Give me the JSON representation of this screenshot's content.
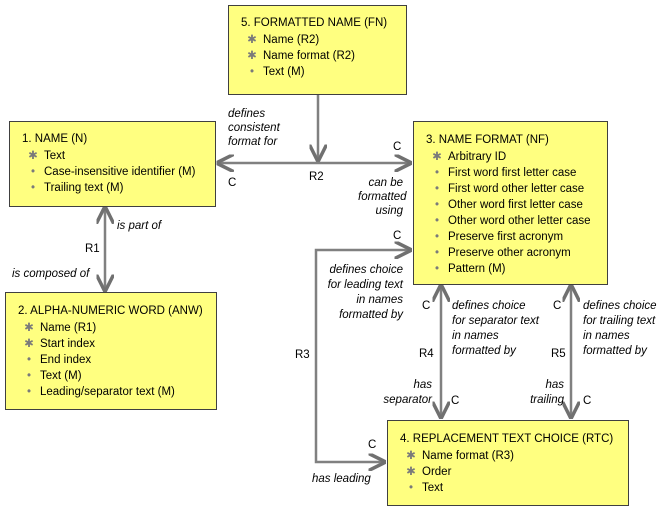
{
  "entities": {
    "fn": {
      "title": "5. FORMATTED NAME (FN)",
      "attributes": [
        {
          "mark": "star",
          "text": "Name (R2)"
        },
        {
          "mark": "star",
          "text": "Name format (R2)"
        },
        {
          "mark": "dot",
          "text": "Text (M)"
        }
      ]
    },
    "n": {
      "title": "1. NAME (N)",
      "attributes": [
        {
          "mark": "star",
          "text": "Text"
        },
        {
          "mark": "dot",
          "text": "Case-insensitive identifier (M)"
        },
        {
          "mark": "dot",
          "text": "Trailing text (M)"
        }
      ]
    },
    "nf": {
      "title": "3. NAME FORMAT (NF)",
      "attributes": [
        {
          "mark": "star",
          "text": "Arbitrary ID"
        },
        {
          "mark": "dot",
          "text": "First word first letter case"
        },
        {
          "mark": "dot",
          "text": "First word other letter case"
        },
        {
          "mark": "dot",
          "text": "Other word first letter case"
        },
        {
          "mark": "dot",
          "text": "Other word other letter case"
        },
        {
          "mark": "dot",
          "text": "Preserve first acronym"
        },
        {
          "mark": "dot",
          "text": "Preserve other acronym"
        },
        {
          "mark": "dot",
          "text": "Pattern (M)"
        }
      ]
    },
    "anw": {
      "title": "2. ALPHA-NUMERIC WORD (ANW)",
      "attributes": [
        {
          "mark": "star",
          "text": "Name (R1)"
        },
        {
          "mark": "star",
          "text": "Start index"
        },
        {
          "mark": "dot",
          "text": "End index"
        },
        {
          "mark": "dot",
          "text": "Text (M)"
        },
        {
          "mark": "dot",
          "text": "Leading/separator text (M)"
        }
      ]
    },
    "rtc": {
      "title": "4. REPLACEMENT TEXT CHOICE (RTC)",
      "attributes": [
        {
          "mark": "star",
          "text": "Name format (R3)"
        },
        {
          "mark": "star",
          "text": "Order"
        },
        {
          "mark": "dot",
          "text": "Text"
        }
      ]
    }
  },
  "relationships": {
    "r1": {
      "id": "R1",
      "phrase_up": "is part of",
      "phrase_down": "is composed of"
    },
    "r2": {
      "id": "R2",
      "phrase_fn": "defines\nconsistent\nformat for",
      "phrase_nf": "can be\nformatted\nusing",
      "mult_left": "C",
      "mult_right": "C"
    },
    "r3": {
      "id": "R3",
      "phrase_nf": "defines choice\nfor leading text\nin names\nformatted by",
      "phrase_rtc": "has leading",
      "mult_nf": "C",
      "mult_rtc": "C"
    },
    "r4": {
      "id": "R4",
      "phrase_nf": "defines choice\nfor separator text\nin names\nformatted by",
      "phrase_rtc": "has\nseparator",
      "mult_nf": "C",
      "mult_rtc": "C"
    },
    "r5": {
      "id": "R5",
      "phrase_nf": "defines choice\nfor trailing text\nin names\nformatted by",
      "phrase_rtc": "has\ntrailing",
      "mult_nf": "C",
      "mult_rtc": "C"
    }
  },
  "colors": {
    "entity_fill": "#ffff80",
    "entity_border": "#404040",
    "line": "#707070",
    "mark": "#7a7a7a"
  }
}
